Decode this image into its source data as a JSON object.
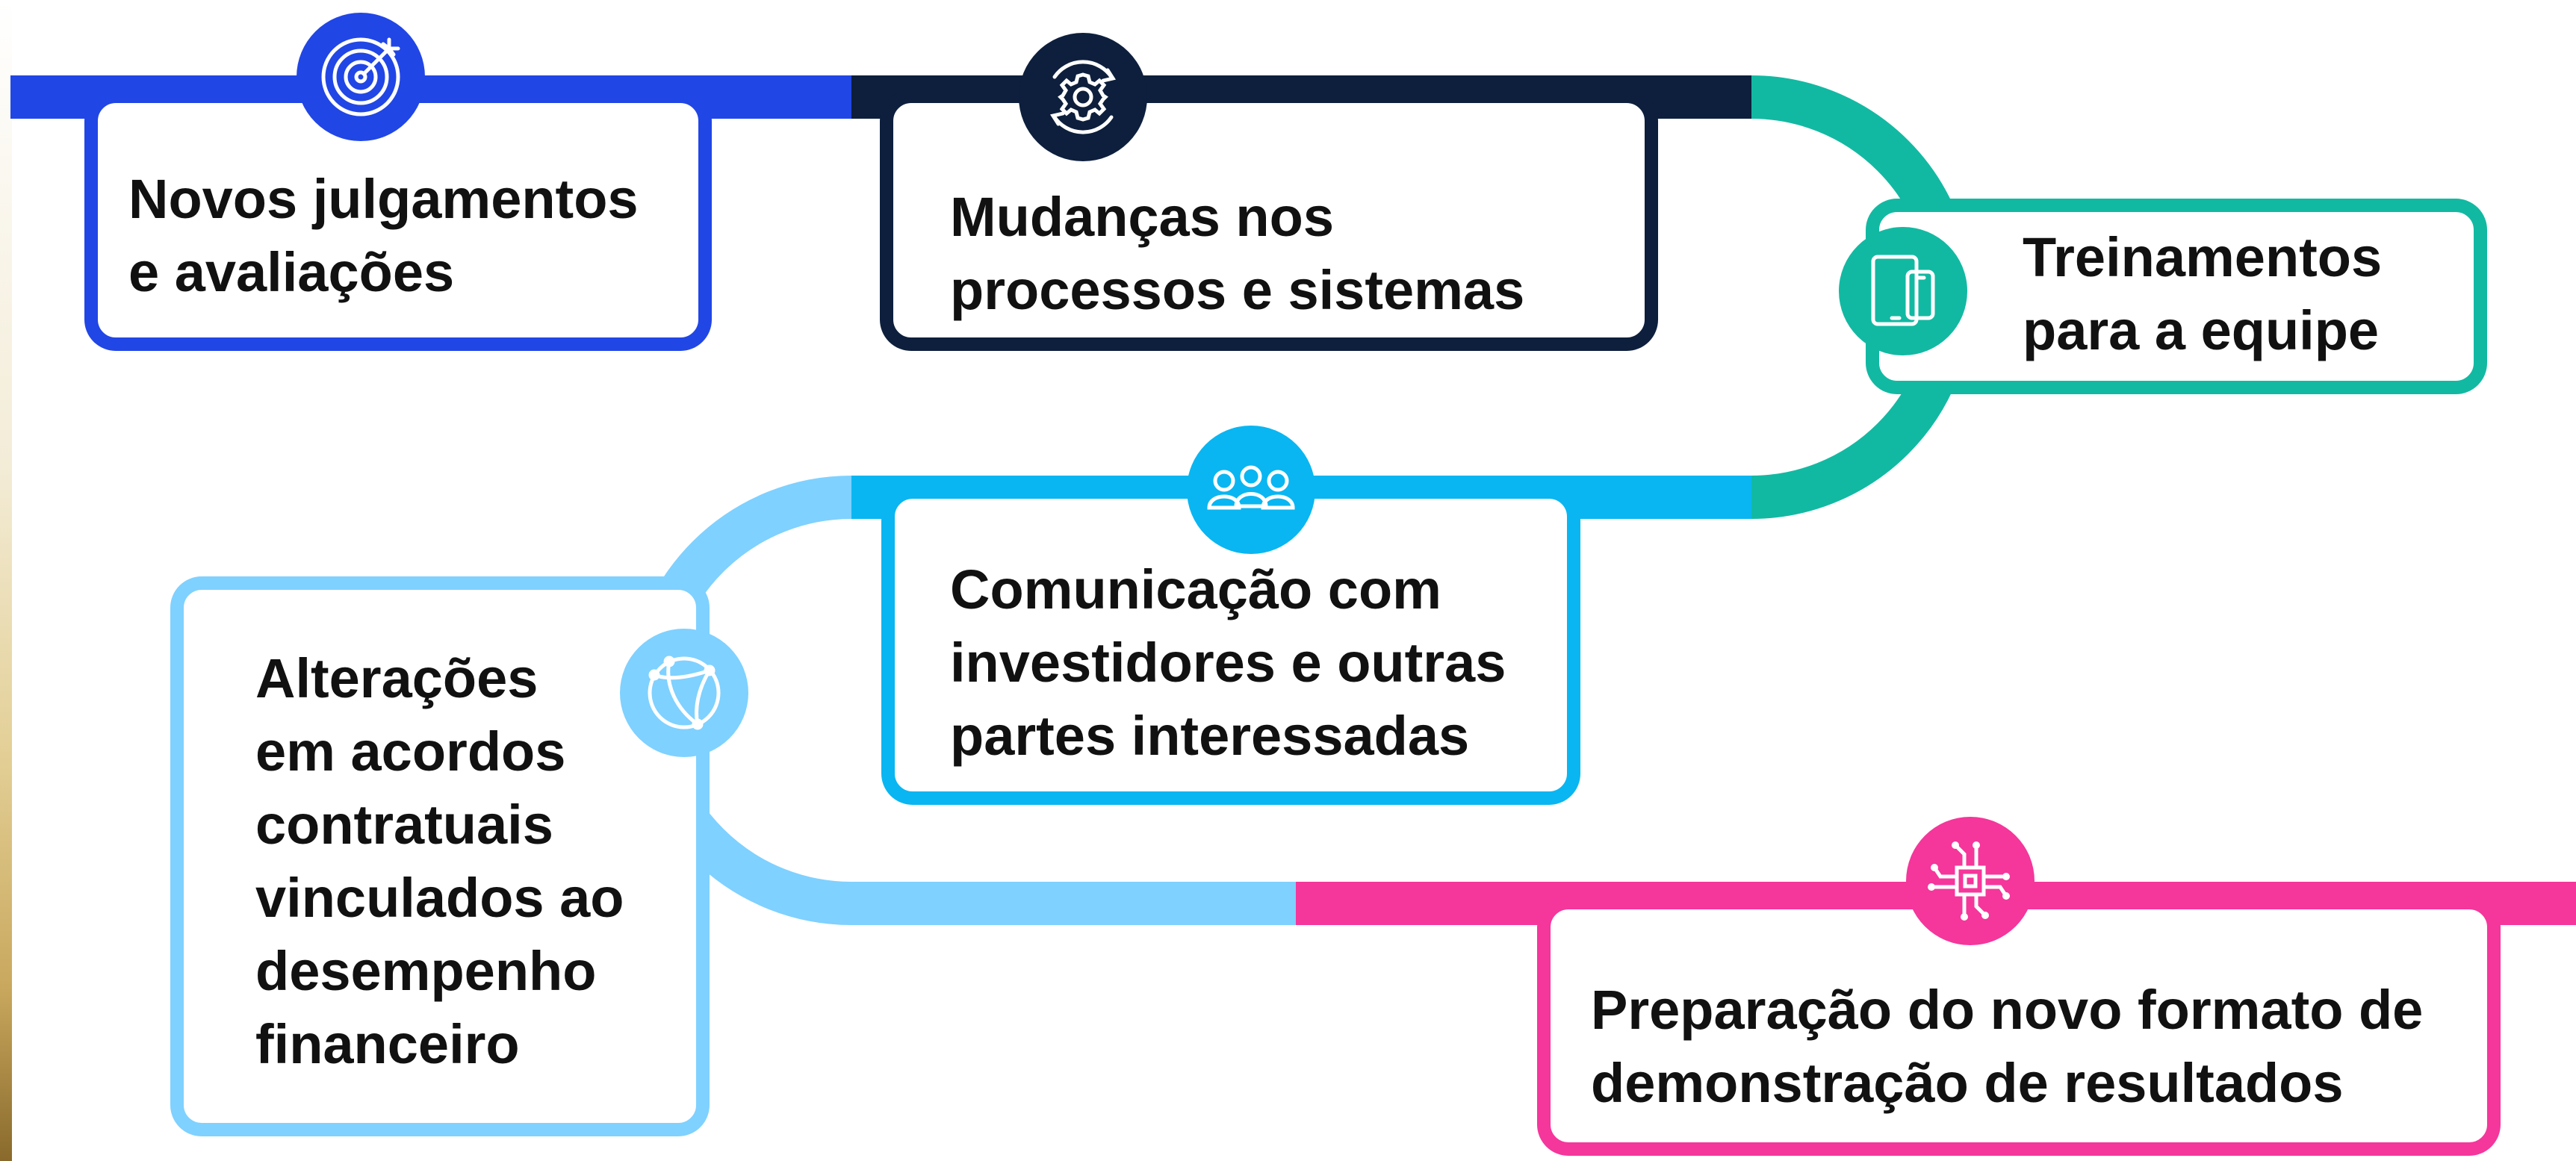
{
  "colors": {
    "blue": "#2146E6",
    "navy": "#0D1F3C",
    "teal": "#12B9A2",
    "cyan": "#09B6F1",
    "light_blue": "#7FD1FF",
    "magenta": "#F5369B",
    "text": "#111111"
  },
  "steps": [
    {
      "label": "Novos julgamentos\ne avaliações",
      "color": "blue",
      "icon": "target-icon"
    },
    {
      "label": "Mudanças nos\nprocessos e sistemas",
      "color": "navy",
      "icon": "gear-icon"
    },
    {
      "label": "Treinamentos\npara a equipe",
      "color": "teal",
      "icon": "tablet-phone-icon"
    },
    {
      "label": "Comunicação com\ninvestidores e outras\npartes interessadas",
      "color": "cyan",
      "icon": "people-icon"
    },
    {
      "label": "Alterações\nem acordos\ncontratuais\nvinculados ao\ndesempenho\nfinanceiro",
      "color": "light_blue",
      "icon": "network-icon"
    },
    {
      "label": "Preparação do novo formato de\ndemonstração de resultados",
      "color": "magenta",
      "icon": "circuit-chip-icon"
    }
  ]
}
